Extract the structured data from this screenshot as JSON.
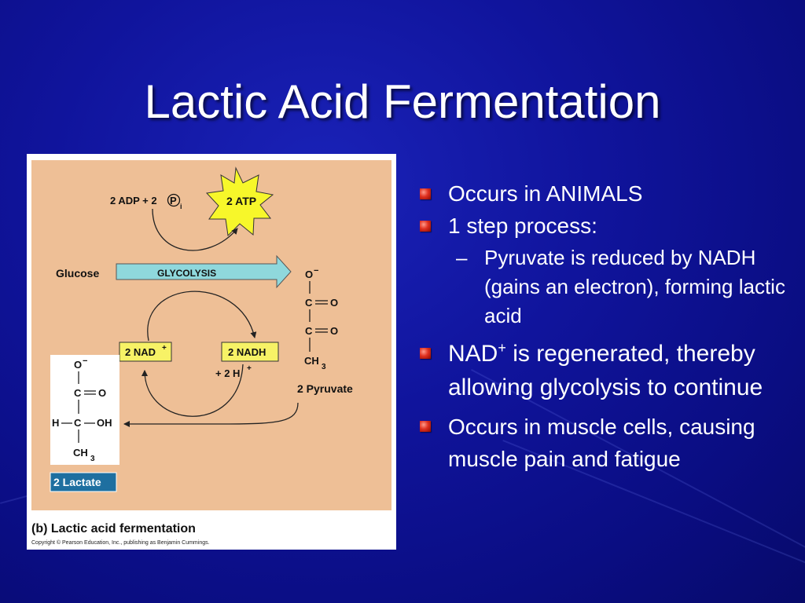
{
  "slide": {
    "title": "Lactic Acid Fermentation",
    "background": "#0b0e8a"
  },
  "diagram": {
    "adp_pi_label": "2 ADP + 2",
    "pi_symbol": "P",
    "pi_subscript": "i",
    "atp_label": "2 ATP",
    "glucose_label": "Glucose",
    "glycolysis_label": "GLYCOLYSIS",
    "nad_label": "2 NAD",
    "nad_charge": "+",
    "nadh_label": "2 NADH",
    "h_plus_label": "+ 2 H",
    "h_plus_charge": "+",
    "pyruvate": {
      "top": "O",
      "top_charge": "−",
      "c1": "C",
      "c1_o": "O",
      "c2": "C",
      "c2_o": "O",
      "ch": "CH",
      "ch_sub": "3",
      "label": "2 Pyruvate"
    },
    "lactate": {
      "top": "O",
      "top_charge": "−",
      "c1": "C",
      "c1_o": "O",
      "h": "H",
      "c2": "C",
      "oh": "OH",
      "ch": "CH",
      "ch_sub": "3",
      "label": "2 Lactate"
    },
    "caption": "(b) Lactic acid fermentation",
    "copyright": "Copyright © Pearson Education, Inc., publishing as Benjamin Cummings.",
    "colors": {
      "panel": "#eebf96",
      "atp_star": "#f7f72a",
      "glycolysis_arrow": "#8fd8dc",
      "nad_box": "#f7f266",
      "lactate_label_bg": "#1e6fa0"
    }
  },
  "bullets": {
    "b1": "Occurs in ANIMALS",
    "b2": "1 step process:",
    "b2_sub": "Pyruvate is reduced by NADH (gains an electron), forming lactic acid",
    "b2_dash": "–",
    "b3_pre": "NAD",
    "b3_sup": "+",
    "b3_post": " is regenerated, thereby allowing glycolysis to continue",
    "b4": "Occurs in muscle cells, causing muscle pain and fatigue"
  }
}
